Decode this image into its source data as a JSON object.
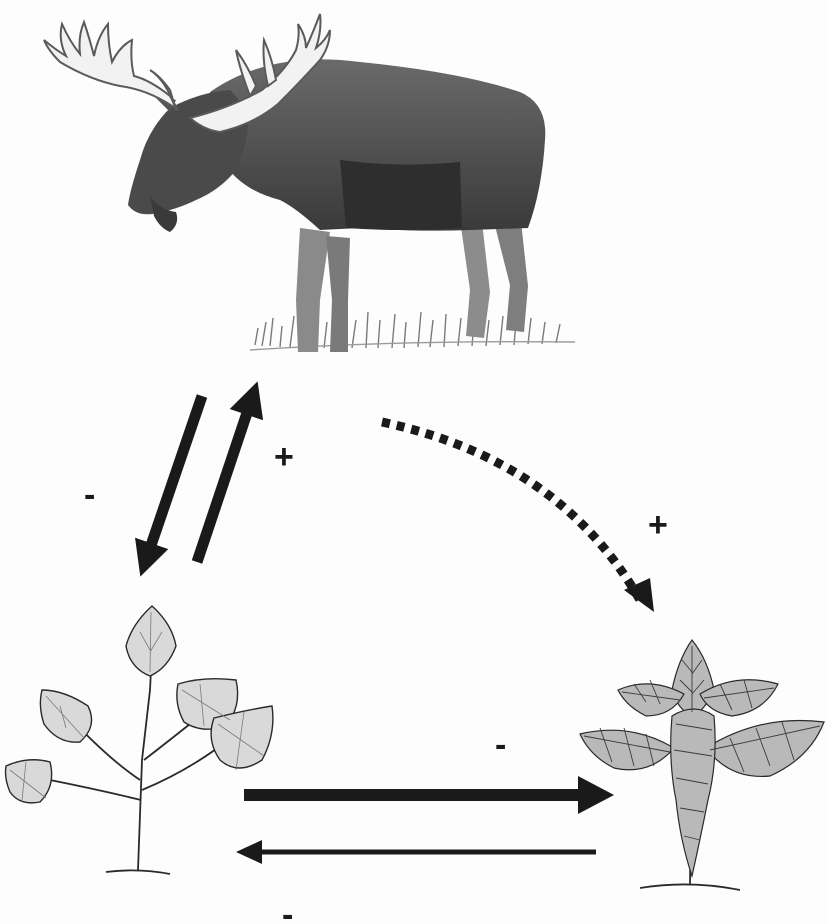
{
  "diagram": {
    "nodes": [
      {
        "id": "moose",
        "icon": "moose-icon"
      },
      {
        "id": "aspen",
        "icon": "aspen-sapling-icon"
      },
      {
        "id": "spruce",
        "icon": "spruce-sapling-icon"
      }
    ],
    "interactions": {
      "moose_to_aspen": {
        "sign": "-",
        "style": "solid"
      },
      "aspen_to_moose": {
        "sign": "+",
        "style": "solid"
      },
      "moose_to_spruce": {
        "sign": "+",
        "style": "dotted"
      },
      "aspen_to_spruce": {
        "sign": "-",
        "style": "solid-thick"
      },
      "spruce_to_aspen": {
        "sign": "-",
        "style": "solid-thin"
      }
    },
    "colors": {
      "arrow": "#1a1a1a",
      "moose_body": "#5a5a5a",
      "moose_dark": "#2e2e2e",
      "antler": "#f2f2f2",
      "leaf_fill": "#d9d9d9",
      "line": "#2a2a2a"
    }
  }
}
